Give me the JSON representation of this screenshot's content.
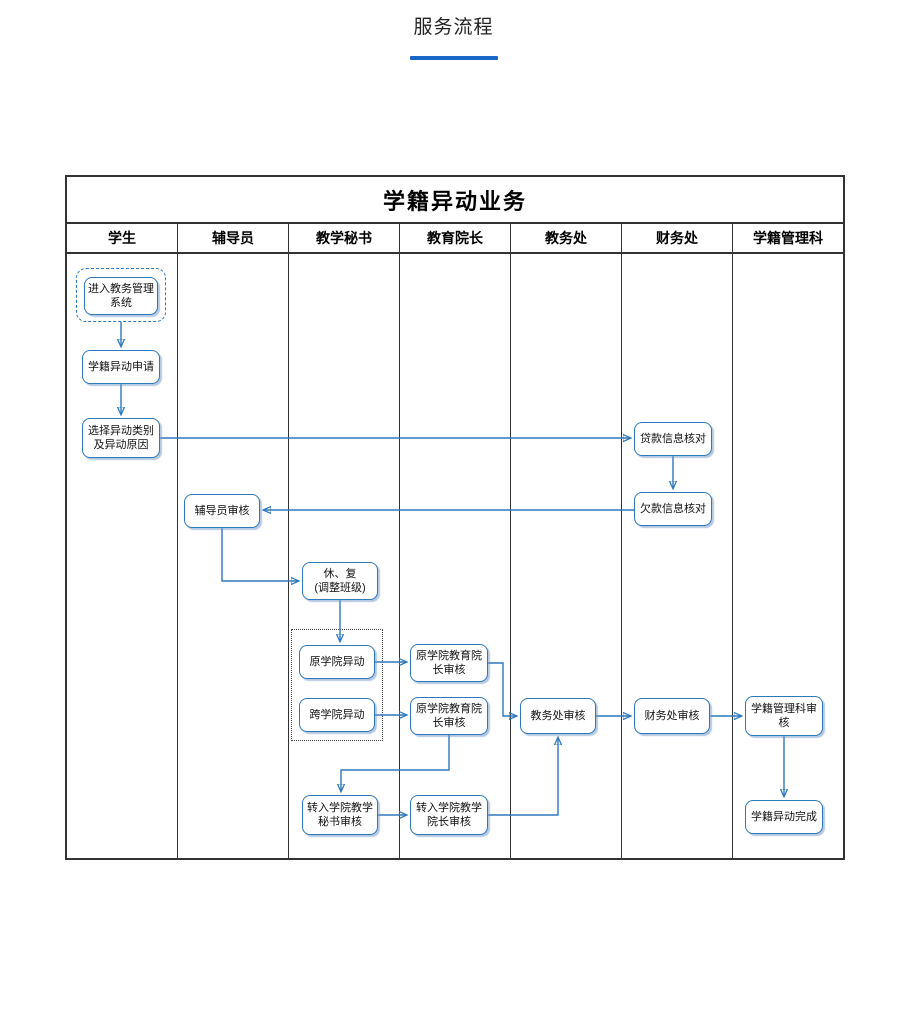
{
  "page": {
    "title": "服务流程"
  },
  "diagram": {
    "title": "学籍异动业务",
    "accent_color": "#2e78bd",
    "lanes": [
      "学生",
      "辅导员",
      "教学秘书",
      "教育院长",
      "教务处",
      "财务处",
      "学籍管理科"
    ],
    "nodes": {
      "enter_system": "进入教务管理\n系统",
      "apply": "学籍异动申请",
      "select_type": "选择异动类别\n及异动原因",
      "loan_check": "贷款信息核对",
      "debt_check": "欠款信息核对",
      "counselor_review": "辅导员审核",
      "suspend_resume": "休、复\n(调整班级)",
      "same_college": "原学院异动",
      "cross_college": "跨学院异动",
      "orig_dean_review_1": "原学院教育院\n长审核",
      "orig_dean_review_2": "原学院教育院\n长审核",
      "academic_office_review": "教务处审核",
      "finance_review": "财务处审核",
      "registrar_review": "学籍管理科审\n核",
      "target_secretary_review": "转入学院教学\n秘书审核",
      "target_dean_review": "转入学院教学\n院长审核",
      "complete": "学籍异动完成"
    }
  }
}
